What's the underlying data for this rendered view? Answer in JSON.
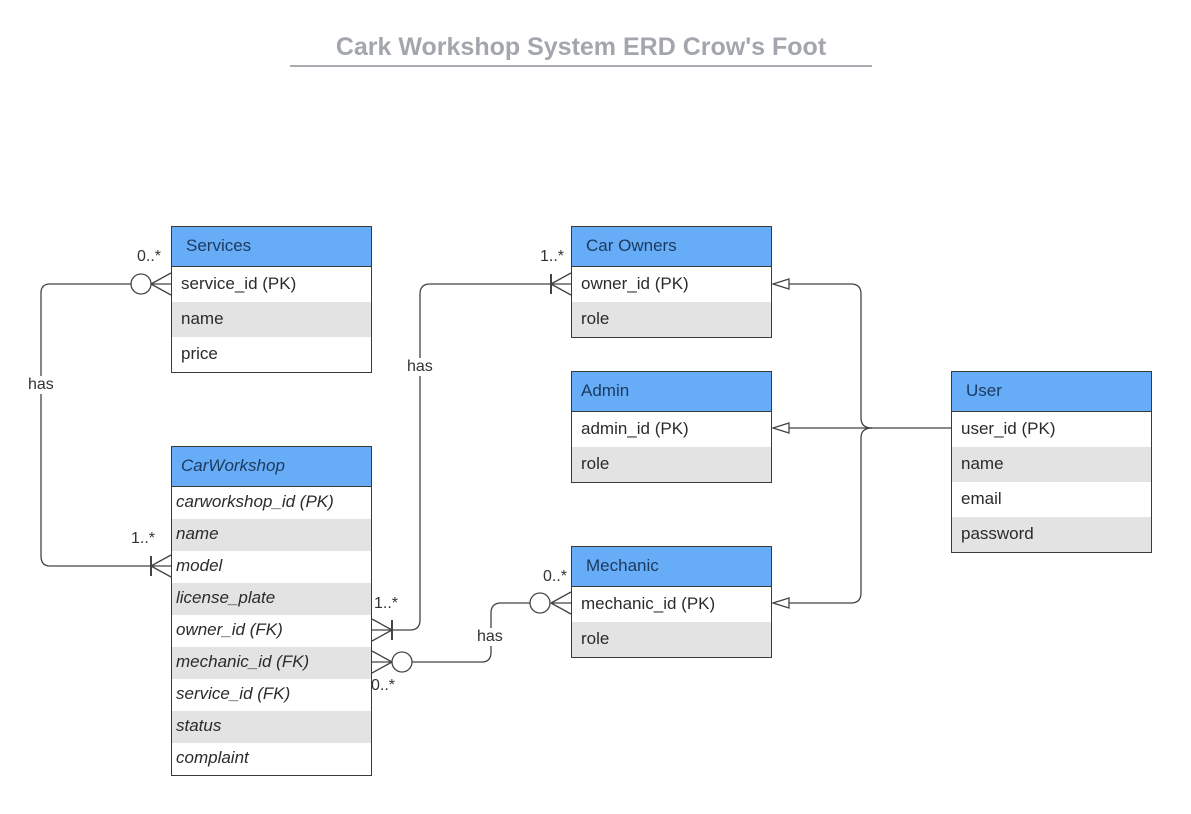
{
  "title": "Cark Workshop System ERD Crow's Foot",
  "entities": {
    "services": {
      "name": "Services",
      "fields": [
        "service_id (PK)",
        "name",
        "price"
      ]
    },
    "car_workshop": {
      "name": "CarWorkshop",
      "fields": [
        "carworkshop_id (PK)",
        "name",
        "model",
        "license_plate",
        "owner_id (FK)",
        "mechanic_id (FK)",
        "service_id (FK)",
        "status",
        "complaint"
      ]
    },
    "car_owners": {
      "name": "Car Owners",
      "fields": [
        "owner_id (PK)",
        "role"
      ]
    },
    "admin": {
      "name": "Admin",
      "fields": [
        "admin_id (PK)",
        "role"
      ]
    },
    "mechanic": {
      "name": "Mechanic",
      "fields": [
        "mechanic_id (PK)",
        "role"
      ]
    },
    "user": {
      "name": "User",
      "fields": [
        "user_id (PK)",
        "name",
        "email",
        "password"
      ]
    }
  },
  "relationships": [
    {
      "from": "Services",
      "to": "CarWorkshop",
      "label": "has",
      "from_cardinality": "0..*",
      "to_cardinality": "1..*"
    },
    {
      "from": "CarWorkshop",
      "to": "Car Owners",
      "label": "has",
      "from_cardinality": "1..*",
      "to_cardinality": "1..*"
    },
    {
      "from": "CarWorkshop",
      "to": "Mechanic",
      "label": "has",
      "from_cardinality": "0..*",
      "to_cardinality": "0..*"
    },
    {
      "from": "User",
      "to": "Car Owners",
      "type": "inheritance"
    },
    {
      "from": "User",
      "to": "Admin",
      "type": "inheritance"
    },
    {
      "from": "User",
      "to": "Mechanic",
      "type": "inheritance"
    }
  ],
  "labels": {
    "services_workshop": "has",
    "workshop_owners": "has",
    "workshop_mechanic": "has",
    "card_services": "0..*",
    "card_workshop_left": "1..*",
    "card_owners": "1..*",
    "card_workshop_owner": "1..*",
    "card_workshop_mechanic": "0..*",
    "card_mechanic": "0..*"
  }
}
